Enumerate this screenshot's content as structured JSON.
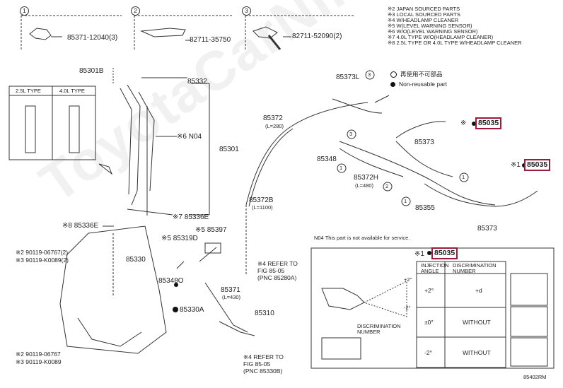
{
  "legend": {
    "notes": [
      "※2 JAPAN SOURCED PARTS",
      "※3 LOCAL SOURCED PARTS",
      "※4 W/HEADLAMP CLEANER",
      "※5 W(LEVEL WARNING SENSOR)",
      "※6 W/O(LEVEL WARNING SENSOR)",
      "※7 4.0L TYPE W/O(HEADLAMP CLEANER)",
      "※8 2.5L TYPE OR 4.0L TYPE W/HEADLAMP CLEANER"
    ],
    "reusable": "再使用不可部品",
    "nonreusable": "Non-reusable part"
  },
  "insets": {
    "one": {
      "num": "1",
      "part": "85371-12040(3)"
    },
    "two": {
      "num": "2",
      "part": "82711-35750"
    },
    "three": {
      "num": "3",
      "part": "82711-52090(2)"
    }
  },
  "engine_types": {
    "a": "2.5L TYPE",
    "b": "4.0L TYPE"
  },
  "parts": {
    "p85301B": "85301B",
    "p85332": "85332",
    "pN04": "※6 N04",
    "p85301": "85301",
    "p85336E_top": "※7 85336E",
    "p85336E_left": "※8 85336E",
    "p85397": "※5 85397",
    "p85319D": "※5 85319D",
    "p85330": "85330",
    "p85348O": "85348O",
    "p85371": "85371",
    "p85371L": "(L=430)",
    "p85330A": "85330A",
    "p85310": "85310",
    "p90119a": "※2 90119-06767(2)",
    "p90119b": "※3 90119-K0089(2)",
    "p90119c": "※2 90119-06767",
    "p90119d": "※3 90119-K0089",
    "ref1a": "※4 REFER TO",
    "ref1b": "FIG 85-05",
    "ref1c": "(PNC 85280A)",
    "ref2a": "※4 REFER TO",
    "ref2b": "FIG 85-05",
    "ref2c": "(PNC 85330B)",
    "p85373L": "85373L",
    "p85372": "85372",
    "p85372L": "(L=280)",
    "p85348": "85348",
    "p85372H": "85372H",
    "p85372HL": "(L=480)",
    "p85373a": "85373",
    "p85355": "85355",
    "p85373b": "85373",
    "p85372B": "85372B",
    "p85372BL": "(L=1100)",
    "hl1": "85035",
    "hl2": "85035",
    "hl3": "85035",
    "hl1_prefix": "※",
    "hl2_prefix": "※1",
    "hl3_prefix": "※1"
  },
  "n04_note": "N04  This part is not available for service.",
  "table": {
    "h1": "INJECTION ANGLE",
    "h2": "DISCRIMINATION NUMBER",
    "rows": [
      {
        "angle": "+2°",
        "num": "+d"
      },
      {
        "angle": "±0°",
        "num": "WITHOUT"
      },
      {
        "angle": "-2°",
        "num": "WITHOUT"
      }
    ],
    "disc_label": "DISCRIMINATION NUMBER",
    "ang1": "+2°",
    "ang2": "-2°"
  },
  "footer_code": "85402RM",
  "watermark": "ToyotaCarNine.ru"
}
